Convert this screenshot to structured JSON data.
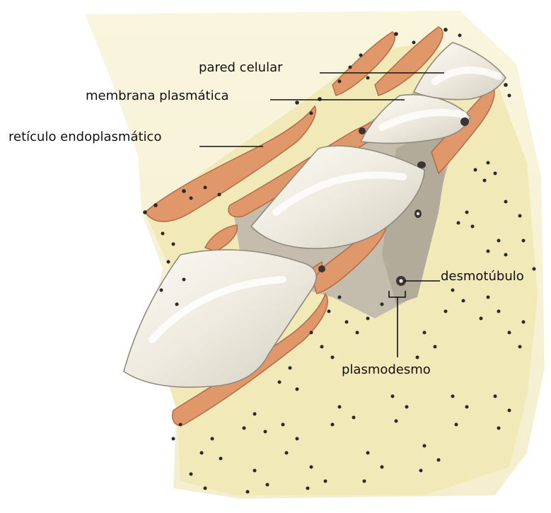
{
  "labels": {
    "pared_celular": "pared celular",
    "membrana_plasmatica": "membrana plasmática",
    "reticulo_endoplasmatico": "retículo endoplasmático",
    "desmotubulo": "desmotúbulo",
    "plasmodesmo": "plasmodesmo"
  },
  "colors": {
    "background": "#ffffff",
    "cytoplasm": "#f1e9b8",
    "endoplasmic_reticulum": "#e0976a",
    "cell_wall": "#f3f0e6",
    "cell_wall_shadow": "#c9c3b3",
    "wall_shade": "#b9b2a2",
    "ribosome": "#2a2a2a",
    "leader_line": "#111111"
  }
}
